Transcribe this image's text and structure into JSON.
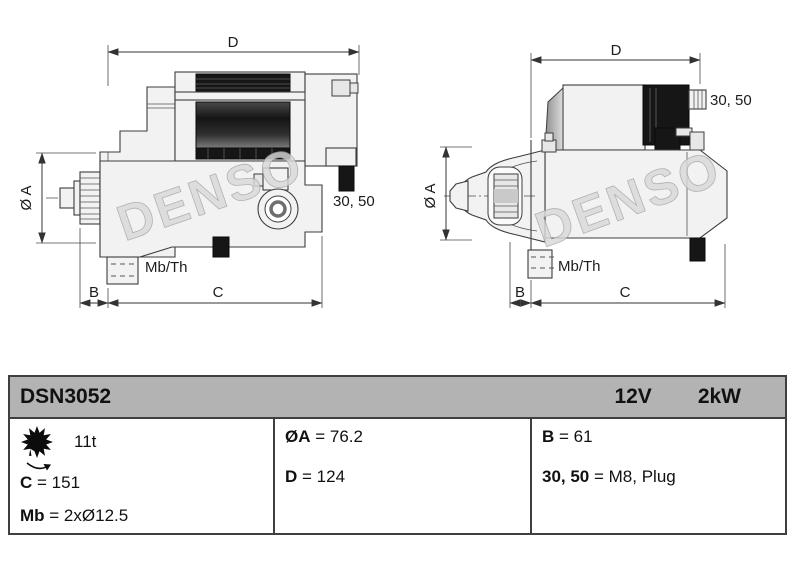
{
  "drawing": {
    "watermark": "DENSO",
    "left": {
      "dim_d": "D",
      "dim_dia": "Ø A",
      "dim_b": "B",
      "dim_c": "C",
      "mount_label": "Mb/Th",
      "terminals_label": "30, 50"
    },
    "right": {
      "dim_d": "D",
      "dim_dia": "Ø A",
      "dim_b": "B",
      "dim_c": "C",
      "mount_label": "Mb/Th",
      "terminals_label": "30, 50"
    }
  },
  "table": {
    "model": "DSN3052",
    "voltage": "12V",
    "power": "2kW",
    "col1": {
      "teeth": {
        "icon": "pinion-rotation-icon",
        "value": "11t"
      },
      "c": {
        "label": "C",
        "value": "= 151"
      },
      "mb": {
        "label": "Mb",
        "value": "= 2xØ12.5"
      }
    },
    "col2": {
      "dia_a": {
        "label": "ØA",
        "value": "= 76.2"
      },
      "d": {
        "label": "D",
        "value": "= 124"
      }
    },
    "col3": {
      "b": {
        "label": "B",
        "value": "= 61"
      },
      "terminals": {
        "label": "30, 50",
        "value": "= M8, Plug"
      }
    }
  }
}
